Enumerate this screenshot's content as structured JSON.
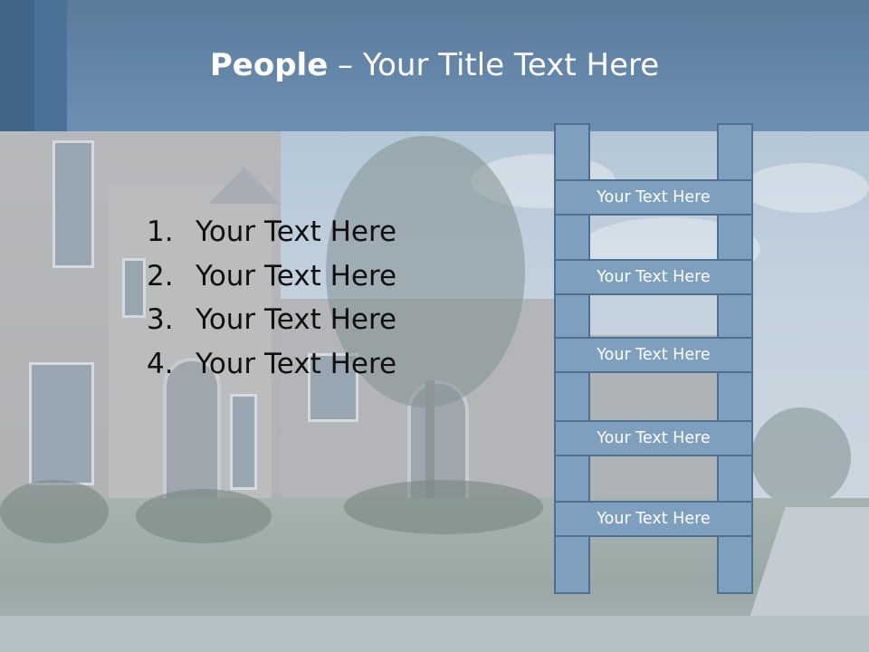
{
  "slide": {
    "title_bold": "People",
    "title_rest": " – Your Title Text Here",
    "list_items": [
      {
        "number": "1.",
        "text": "Your Text Here"
      },
      {
        "number": "2.",
        "text": "Your Text Here"
      },
      {
        "number": "3.",
        "text": "Your Text Here"
      },
      {
        "number": "4.",
        "text": "Your Text Here"
      }
    ],
    "ladder_rungs": [
      "Your Text Here",
      "Your Text Here",
      "Your Text Here",
      "Your Text Here",
      "Your Text Here"
    ]
  },
  "colors": {
    "header": "#6b8fb3",
    "ladder_fill": "#7f9fbe",
    "ladder_border": "#4e6f8f",
    "title_text": "#ffffff",
    "body_text": "#101010"
  }
}
